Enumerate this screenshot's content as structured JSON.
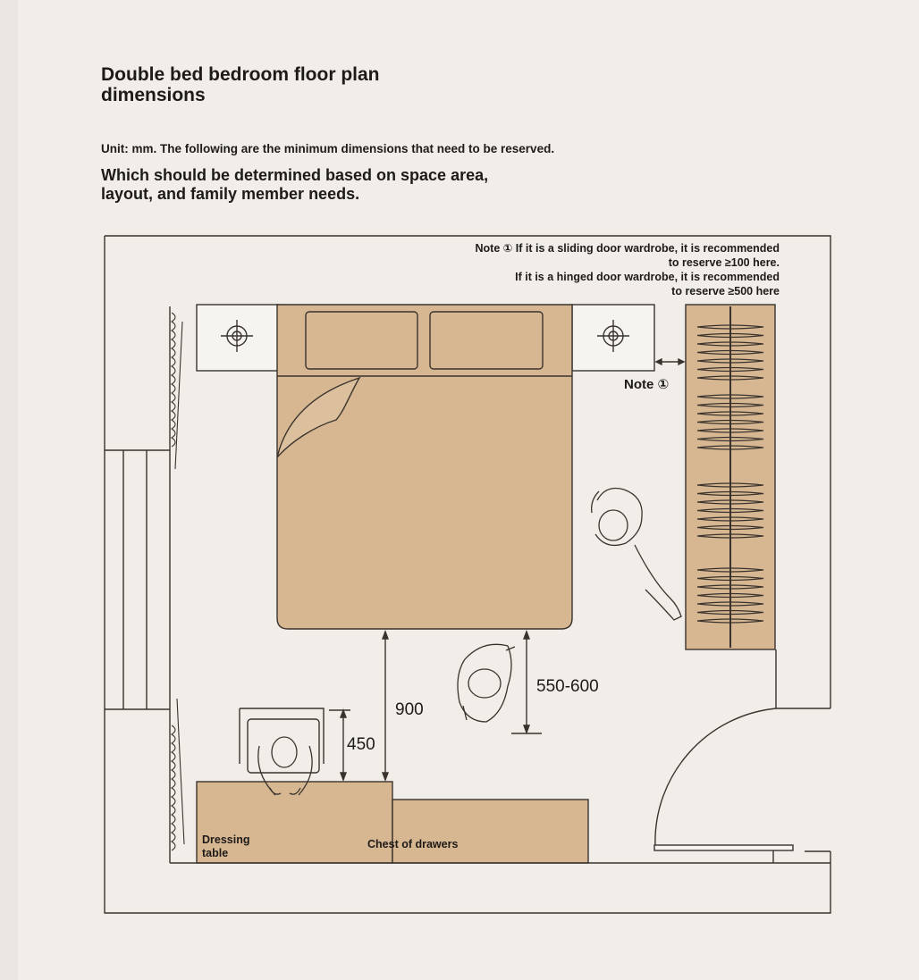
{
  "header": {
    "title": "Double bed bedroom floor plan dimensions",
    "unit_line": "Unit: mm. The following are the minimum dimensions that need to be reserved.",
    "subtitle": "Which should be determined based on space area, layout, and family member needs."
  },
  "notes": {
    "line1": "Note ① If it is a sliding door wardrobe, it is recommended",
    "line2": "to reserve ≥100 here.",
    "line3": "If it is a hinged door wardrobe, it is recommended",
    "line4": "to reserve ≥500 here",
    "marker": "Note ①"
  },
  "labels": {
    "dressing_table": "Dressing table",
    "chest_of_drawers": "Chest of drawers"
  },
  "dimensions": {
    "foot_clearance": "550-600",
    "bed_to_dresser": "900",
    "chair_clearance": "450"
  },
  "colors": {
    "furniture_fill": "#d7b792",
    "wall_line": "#3a332d",
    "background": "#f1eeea"
  },
  "icons": [
    "lamp-icon",
    "person-icon",
    "hanger-icon",
    "curtain-icon"
  ]
}
